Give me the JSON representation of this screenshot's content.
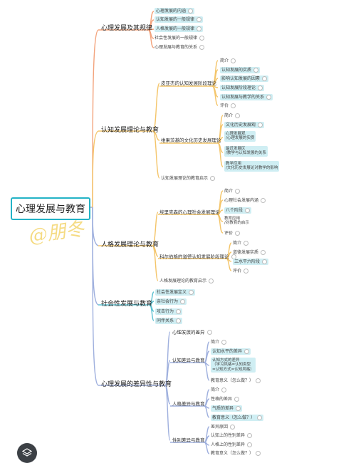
{
  "root": {
    "label": "心理发展与教育"
  },
  "watermark": "@朋冬",
  "colors": {
    "accent": "#23b3c6",
    "b1": "#f3a37c",
    "b2": "#f4c56a",
    "b3": "#9fb0de",
    "b4": "#5fc2d2",
    "b5": "#9fb0de"
  },
  "branches": [
    {
      "label": "心理发展及其规律",
      "children": [
        {
          "label": "心理发展的内涵",
          "hl": true
        },
        {
          "label": "认知发展的一般规律",
          "hl": true
        },
        {
          "label": "人格发展的一般规律",
          "hl": true
        },
        {
          "label": "社会性发展的一般规律"
        },
        {
          "label": "心理发展与教育的关系"
        }
      ]
    },
    {
      "label": "认知发展理论与教育",
      "children": [
        {
          "label": "皮亚杰的认知发展阶段理论",
          "children": [
            {
              "label": "简介"
            },
            {
              "label": "认知发展的实质",
              "hl": true
            },
            {
              "label": "影响认知发展的因素",
              "hl": true
            },
            {
              "label": "认知发展阶段理论",
              "hl": true
            },
            {
              "label": "认知发展与教学的关系",
              "hl": true
            },
            {
              "label": "评价"
            }
          ]
        },
        {
          "label": "维果茨基的文化历史发展理论",
          "children": [
            {
              "label": "简介"
            },
            {
              "label": "文化历史发展观",
              "hl": true
            },
            {
              "label": "心理发展观",
              "label2": "/心理发展的实质",
              "hl": true
            },
            {
              "label": "最近发展区",
              "label2": "/教学与认知发展的关系",
              "hl": true
            },
            {
              "label": "教学应用",
              "label2": "/文化历史发展论对教学的影响",
              "hl": true
            }
          ]
        },
        {
          "label": "认知发展理论的教育启示"
        }
      ]
    },
    {
      "label": "人格发展理论与教育",
      "children": [
        {
          "label": "埃里克森的心理社会发展理论",
          "children": [
            {
              "label": "简介"
            },
            {
              "label": "心理社会发展内涵"
            },
            {
              "label": "八个阶段",
              "hl": true
            },
            {
              "label": "教育应用",
              "label2": "/对教育的启示"
            },
            {
              "label": "评价"
            }
          ]
        },
        {
          "label": "科尔伯格的道德认知发展阶段理论",
          "children": [
            {
              "label": "简介"
            },
            {
              "label": "道德发展实质"
            },
            {
              "label": "三水平六阶段",
              "hl": true
            },
            {
              "label": "评价"
            }
          ]
        },
        {
          "label": "人格发展理论的教育启示"
        }
      ]
    },
    {
      "label": "社会性发展与教育",
      "children": [
        {
          "label": "社会性发展定义",
          "hl": true
        },
        {
          "label": "亲社会行为",
          "hl": true
        },
        {
          "label": "攻击行为",
          "hl": true
        },
        {
          "label": "同伴关系",
          "hl": true
        }
      ]
    },
    {
      "label": "心理发展的差异性与教育",
      "children": [
        {
          "label": "心理发展的差异"
        },
        {
          "label": "认知差异与教育",
          "children": [
            {
              "label": "简介"
            },
            {
              "label": "认知水平的差异",
              "hl": true
            },
            {
              "label": "认知方式的差异",
              "label2": "（学习风格=认知类型",
              "label3": "=认知方式=认知风格）",
              "hl": true
            },
            {
              "label": "教育意义（怎么做？）"
            }
          ]
        },
        {
          "label": "人格差异与教育",
          "children": [
            {
              "label": "简介"
            },
            {
              "label": "性格的差异"
            },
            {
              "label": "气质的差异",
              "hl": true
            },
            {
              "label": "教育意义（怎么做？）",
              "hl": true
            }
          ]
        },
        {
          "label": "性别差异与教育",
          "children": [
            {
              "label": "差异原因"
            },
            {
              "label": "认知上的性别差异"
            },
            {
              "label": "人格上的性别差异"
            },
            {
              "label": "教育意义（怎么做？）"
            }
          ]
        }
      ]
    }
  ]
}
